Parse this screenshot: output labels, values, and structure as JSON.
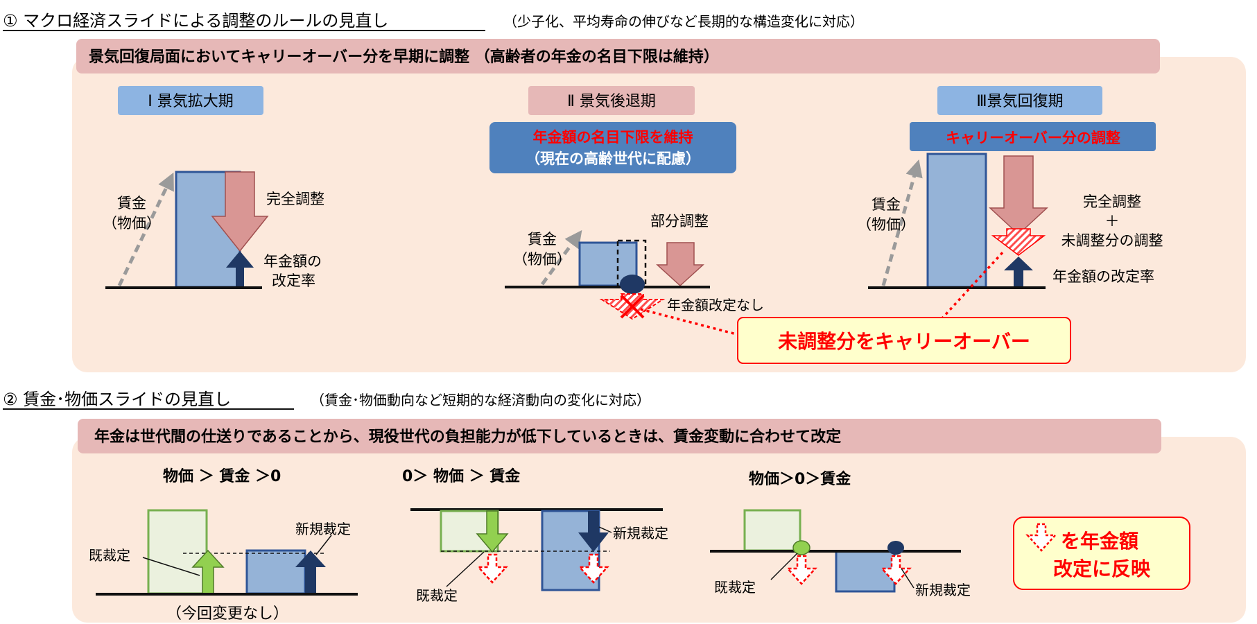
{
  "section1": {
    "heading": "① マクロ経済スライドによる調整のルールの見直し",
    "note": "（少子化、平均寿命の伸びなど長期的な構造変化に対応）",
    "banner": "景気回復局面においてキャリーオーバー分を早期に調整 （高齢者の年金の名目下限は維持）",
    "phase1": {
      "label": "Ⅰ 景気拡大期",
      "wage_label": "賃金",
      "price_label": "（物価）",
      "full_adjust": "完全調整",
      "rate_line1": "年金額の",
      "rate_line2": "改定率"
    },
    "phase2": {
      "label": "Ⅱ 景気後退期",
      "callout_line1": "年金額の名目下限を維持",
      "callout_line2": "（現在の高齢世代に配慮）",
      "wage_label": "賃金",
      "price_label": "（物価）",
      "partial_adjust": "部分調整",
      "no_revision": "年金額改定なし"
    },
    "phase3": {
      "label": "Ⅲ景気回復期",
      "callout": "キャリーオーバー分の調整",
      "wage_label": "賃金",
      "price_label": "（物価）",
      "full_adjust": "完全調整",
      "plus": "＋",
      "unadjusted": "未調整分の調整",
      "rate": "年金額の改定率"
    },
    "carryover_box": "未調整分をキャリーオーバー"
  },
  "section2": {
    "heading": "② 賃金･物価スライドの見直し",
    "note": "（賃金･物価動向など短期的な経済動向の変化に対応）",
    "banner": "年金は世代間の仕送りであることから、現役世代の負担能力が低下しているときは、賃金変動に合わせて改定",
    "case1": {
      "condition": "物価 ＞ 賃金 ＞0",
      "existing": "既裁定",
      "new": "新規裁定",
      "unchanged": "（今回変更なし）"
    },
    "case2": {
      "condition": "0＞ 物価 ＞ 賃金",
      "existing": "既裁定",
      "new": "新規裁定"
    },
    "case3": {
      "condition": "物価＞0＞賃金",
      "existing": "既裁定",
      "new": "新規裁定"
    },
    "legend_line1": "を年金額",
    "legend_line2": "改定に反映"
  },
  "colors": {
    "panel_bg": "#fce9dc",
    "banner_bg": "#e6b8b7",
    "phase_blue": "#8db4e2",
    "phase_pink": "#e6b8b7",
    "callout_blue": "#4f81bd",
    "bar_blue": "#95b3d7",
    "bar_green_fill": "#ebf1de",
    "bar_green_stroke": "#77b050",
    "arrow_pink": "#d99694",
    "arrow_navy": "#1f3864",
    "red": "#ff0000",
    "yellow_box": "#ffffcc"
  }
}
